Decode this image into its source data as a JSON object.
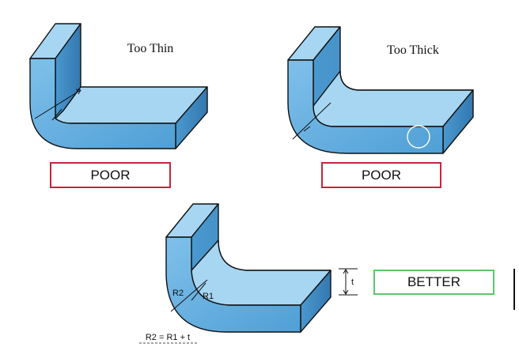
{
  "titles": {
    "too_thin": "Too Thin",
    "too_thick": "Too Thick"
  },
  "ratings": {
    "poor_1": "POOR",
    "poor_2": "POOR",
    "better": "BETTER"
  },
  "labels": {
    "r1": "R1",
    "r2": "R2",
    "t": "t",
    "formula": "R2 = R1 + t"
  },
  "colors": {
    "poor_border": "#c8243c",
    "better_border": "#5cc76a",
    "part_front": "#5aa6d8",
    "part_top": "#9fd1f0",
    "part_dark": "#3a85bd",
    "outline": "#111111"
  }
}
